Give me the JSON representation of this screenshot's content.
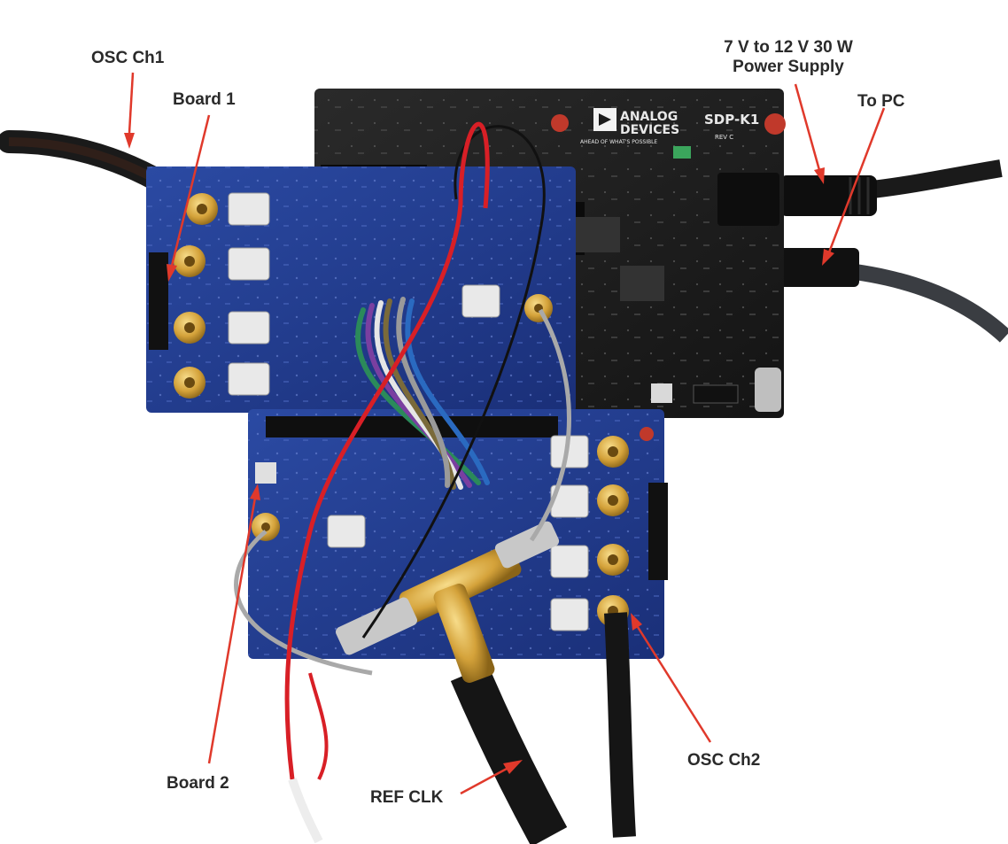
{
  "labels": {
    "osc_ch1": "OSC Ch1",
    "board1": "Board 1",
    "power_line1": "7 V to 12 V 30 W",
    "power_line2": "Power Supply",
    "to_pc": "To PC",
    "board2": "Board 2",
    "ref_clk": "REF CLK",
    "osc_ch2": "OSC Ch2"
  },
  "board_silkscreen": {
    "brand_line1": "ANALOG",
    "brand_line2": "DEVICES",
    "brand_tagline": "AHEAD OF WHAT'S POSSIBLE",
    "model": "SDP-K1",
    "revision": "REV C"
  },
  "colors": {
    "arrow": "#e0392b",
    "label_text": "#2a2a2a",
    "pcb_blue": "#1f3a8a",
    "pcb_black": "#1e1e1e",
    "sma_gold": "#d4a23a",
    "cable_red": "#d81f26"
  }
}
